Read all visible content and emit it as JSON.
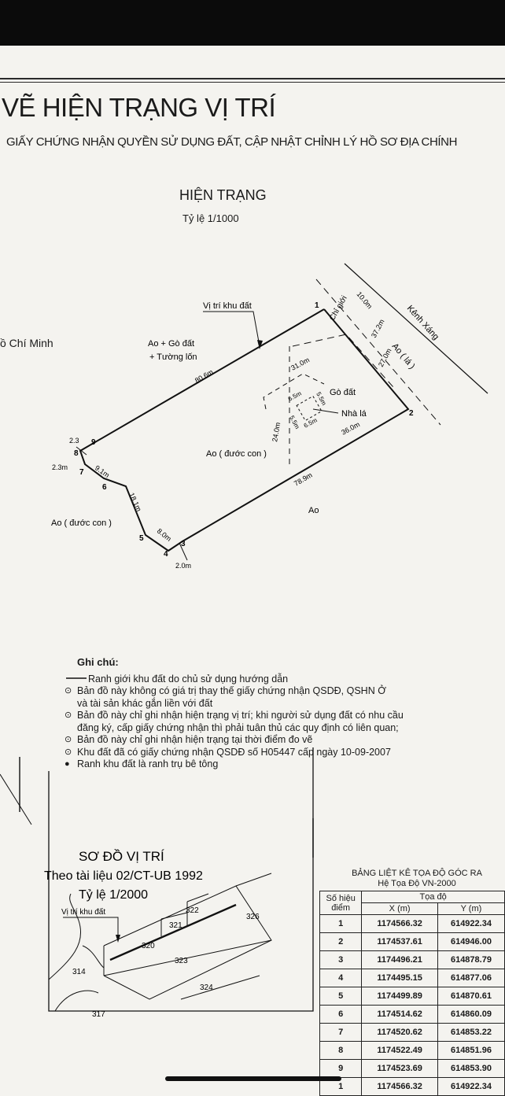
{
  "title": "VẼ HIỆN TRẠNG VỊ TRÍ",
  "subtitle": "GIẤY CHỨNG NHẬN QUYỀN SỬ DỤNG ĐẤT, CẬP NHẬT CHỈNH LÝ HỒ SƠ ĐỊA CHÍNH",
  "main_map": {
    "heading": "HIỆN TRẠNG",
    "scale": "Tỷ lệ 1/1000",
    "left_edge_text": "ồ Chí Minh",
    "labels": {
      "location": "Vị trí khu đất",
      "region_a": "Ao + Gò đất",
      "region_a2": "+ Tường lốn",
      "canal": "Kênh Xáng",
      "pond_right": "Ao ( lá )",
      "road_limit": "Chỉ giới",
      "mound": "Gò đất",
      "leaf_house": "Nhà lá",
      "pond_center": "Ao ( đước con )",
      "pond_left": "Ao ( đước con )",
      "pond_outside": "Ao"
    },
    "dims": {
      "d_top": "80.6m",
      "d_10": "10.0m",
      "d_372": "37.2m",
      "d_270": "27.0m",
      "d_310": "31.0m",
      "d_240": "24.0m",
      "d_360": "36.0m",
      "d_789": "78.9m",
      "d_91": "9.1m",
      "d_181": "18.1m",
      "d_80": "8.0m",
      "d_20": "2.0m",
      "d_23a": "2.3",
      "d_23b": "2.3m",
      "h_65a": "6.5m",
      "h_55a": "5.5m",
      "h_55b": "5.5m",
      "h_65b": "6.5m"
    },
    "points": {
      "p1": "1",
      "p2": "2",
      "p3": "3",
      "p4": "4",
      "p5": "5",
      "p6": "6",
      "p7": "7",
      "p8": "8",
      "p9": "9"
    }
  },
  "notes": {
    "heading": "Ghi chú:",
    "legend_line": "Ranh giới khu đất do chủ sử dụng hướng dẫn",
    "n1": "Bản đồ này không có giá trị thay thế giấy chứng nhận QSDĐ, QSHN Ở",
    "n1b": "và tài sản khác gắn liền với đất",
    "n2": "Bản đồ này chỉ ghi nhận hiện trạng vị trí; khi người sử dụng đất có nhu cầu",
    "n2b": "đăng ký, cấp giấy chứng nhận thì phải tuân thủ các quy định có liên quan;",
    "n3": "Bản đồ này chỉ ghi nhận hiện trạng tại thời điểm đo vẽ",
    "n4": "Khu đất đã có giấy chứng nhận QSDĐ số H05447 cấp ngày 10-09-2007",
    "n5": "Ranh khu đất là ranh trụ bê tông"
  },
  "location_map": {
    "title": "SƠ ĐỒ VỊ TRÍ",
    "source": "Theo tài liệu 02/CT-UB  1992",
    "scale": "Tỷ lệ 1/2000",
    "location": "Vị trí khu đất",
    "parcels": [
      "322",
      "321",
      "326",
      "320",
      "323",
      "314",
      "324",
      "317"
    ]
  },
  "coord_table": {
    "title": "BẢNG LIỆT KÊ TỌA ĐỘ GÓC RA",
    "system": "Hệ Tọa Độ VN-2000",
    "h_point": "Số hiệu",
    "h_point2": "điểm",
    "h_coord": "Tọa độ",
    "h_x": "X (m)",
    "h_y": "Y (m)",
    "rows": [
      {
        "id": "1",
        "x": "1174566.32",
        "y": "614922.34"
      },
      {
        "id": "2",
        "x": "1174537.61",
        "y": "614946.00"
      },
      {
        "id": "3",
        "x": "1174496.21",
        "y": "614878.79"
      },
      {
        "id": "4",
        "x": "1174495.15",
        "y": "614877.06"
      },
      {
        "id": "5",
        "x": "1174499.89",
        "y": "614870.61"
      },
      {
        "id": "6",
        "x": "1174514.62",
        "y": "614860.09"
      },
      {
        "id": "7",
        "x": "1174520.62",
        "y": "614853.22"
      },
      {
        "id": "8",
        "x": "1174522.49",
        "y": "614851.96"
      },
      {
        "id": "9",
        "x": "1174523.69",
        "y": "614853.90"
      },
      {
        "id": "1",
        "x": "1174566.32",
        "y": "614922.34"
      }
    ]
  }
}
